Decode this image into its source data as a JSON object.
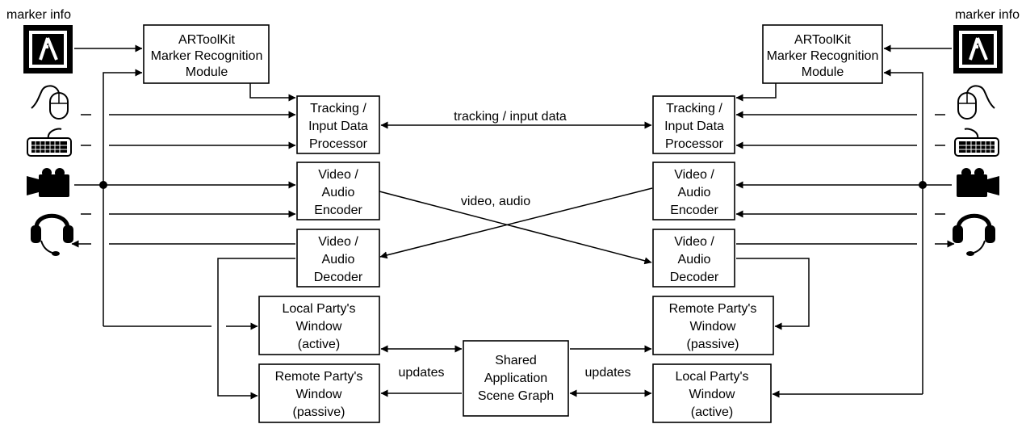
{
  "labels": {
    "marker_info_left": "marker info",
    "marker_info_right": "marker info",
    "tracking_input_data": "tracking / input data",
    "video_audio": "video, audio",
    "updates_left": "updates",
    "updates_right": "updates"
  },
  "left": {
    "artoolkit": [
      "ARToolKit",
      "Marker Recognition",
      "Module"
    ],
    "tracking": [
      "Tracking /",
      "Input Data",
      "Processor"
    ],
    "encoder": [
      "Video /",
      "Audio",
      "Encoder"
    ],
    "decoder": [
      "Video /",
      "Audio",
      "Decoder"
    ],
    "local_window": [
      "Local Party's",
      "Window",
      "(active)"
    ],
    "remote_window": [
      "Remote Party's",
      "Window",
      "(passive)"
    ]
  },
  "right": {
    "artoolkit": [
      "ARToolKit",
      "Marker Recognition",
      "Module"
    ],
    "tracking": [
      "Tracking /",
      "Input Data",
      "Processor"
    ],
    "encoder": [
      "Video /",
      "Audio",
      "Encoder"
    ],
    "decoder": [
      "Video /",
      "Audio",
      "Decoder"
    ],
    "remote_window": [
      "Remote Party's",
      "Window",
      "(passive)"
    ],
    "local_window": [
      "Local Party's",
      "Window",
      "(active)"
    ]
  },
  "shared": [
    "Shared",
    "Application",
    "Scene Graph"
  ],
  "icons": [
    "marker-icon",
    "mouse-icon",
    "keyboard-icon",
    "video-camera-icon",
    "headset-icon"
  ],
  "colors": {
    "line": "#000000",
    "background": "#ffffff"
  }
}
